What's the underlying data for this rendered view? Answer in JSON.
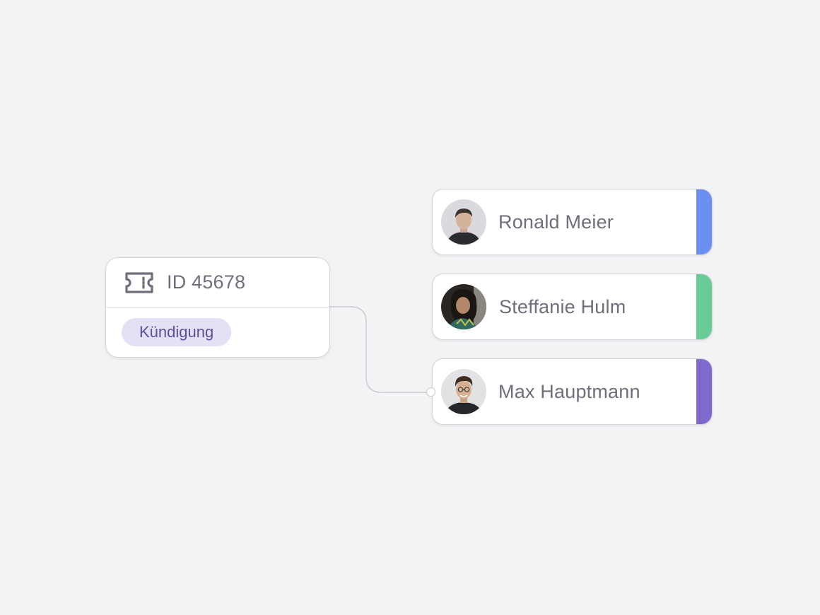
{
  "ticket": {
    "id_label": "ID 45678",
    "tag_label": "Kündigung",
    "icon": "ticket-icon"
  },
  "people": [
    {
      "name": "Ronald Meier",
      "accent": "#6b8ff0"
    },
    {
      "name": "Steffanie Hulm",
      "accent": "#68cb98"
    },
    {
      "name": "Max Hauptmann",
      "accent": "#7f69cc"
    }
  ],
  "colors": {
    "background": "#f3f3f5",
    "tag_background": "#e3e1f5",
    "tag_text": "#5b4f9e",
    "text": "#6d6f7a"
  }
}
